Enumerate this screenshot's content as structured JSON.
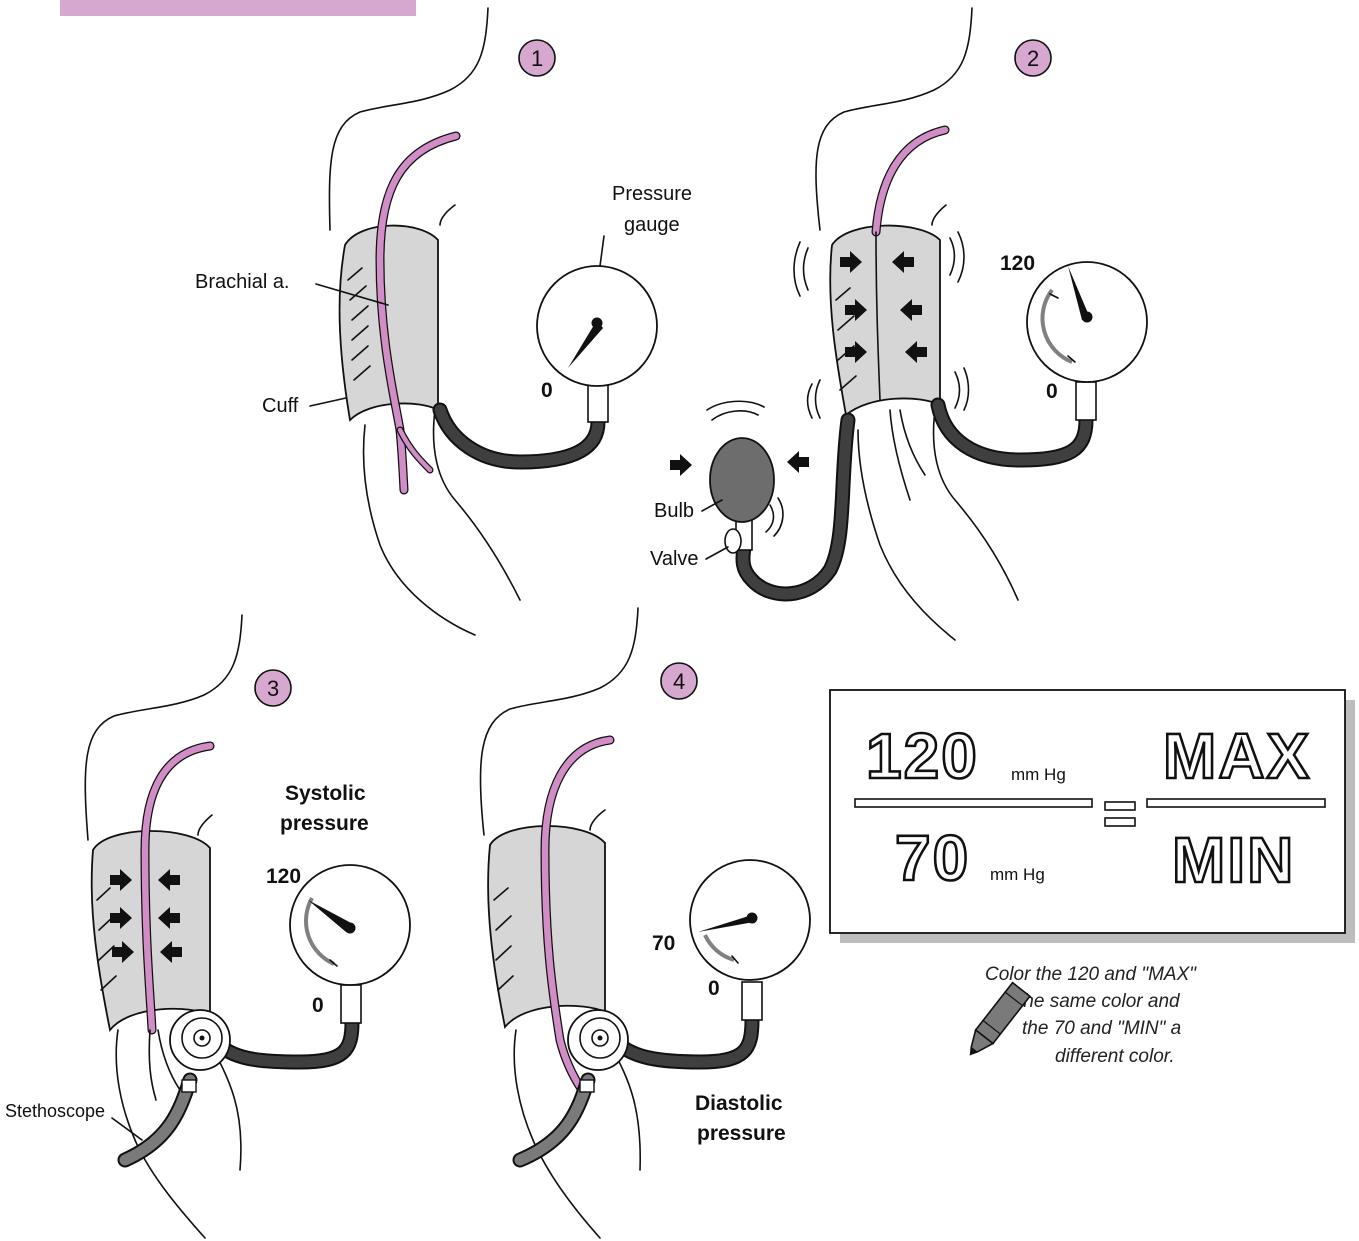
{
  "colors": {
    "header_bar": "#d7a8cf",
    "artery": "#d18dc6",
    "cuff": "#d6d6d6",
    "bulb": "#6d6d6d",
    "tube": "#3f3f3f",
    "step_circle": "#d7a8cf"
  },
  "steps": [
    {
      "number": "1"
    },
    {
      "number": "2"
    },
    {
      "number": "3"
    },
    {
      "number": "4"
    }
  ],
  "labels": {
    "pressure_gauge_line1": "Pressure",
    "pressure_gauge_line2": "gauge",
    "brachial": "Brachial a.",
    "cuff": "Cuff",
    "bulb": "Bulb",
    "valve": "Valve",
    "stethoscope": "Stethoscope",
    "systolic_line1": "Systolic",
    "systolic_line2": "pressure",
    "diastolic_line1": "Diastolic",
    "diastolic_line2": "pressure"
  },
  "gauges": {
    "g1": {
      "zero": "0"
    },
    "g2": {
      "top": "120",
      "zero": "0"
    },
    "g3": {
      "top": "120",
      "zero": "0"
    },
    "g4": {
      "top": "70",
      "zero": "0"
    }
  },
  "formula": {
    "top_value": "120",
    "bottom_value": "70",
    "unit": "mm Hg",
    "equals": "=",
    "top_word": "MAX",
    "bottom_word": "MIN"
  },
  "instruction": {
    "line1": "Color the 120 and \"MAX\"",
    "line2": "the same color and",
    "line3": "the 70 and \"MIN\" a",
    "line4": "different color."
  },
  "icons": [
    "crayon-icon",
    "arrow-right-icon",
    "arrow-left-icon"
  ]
}
